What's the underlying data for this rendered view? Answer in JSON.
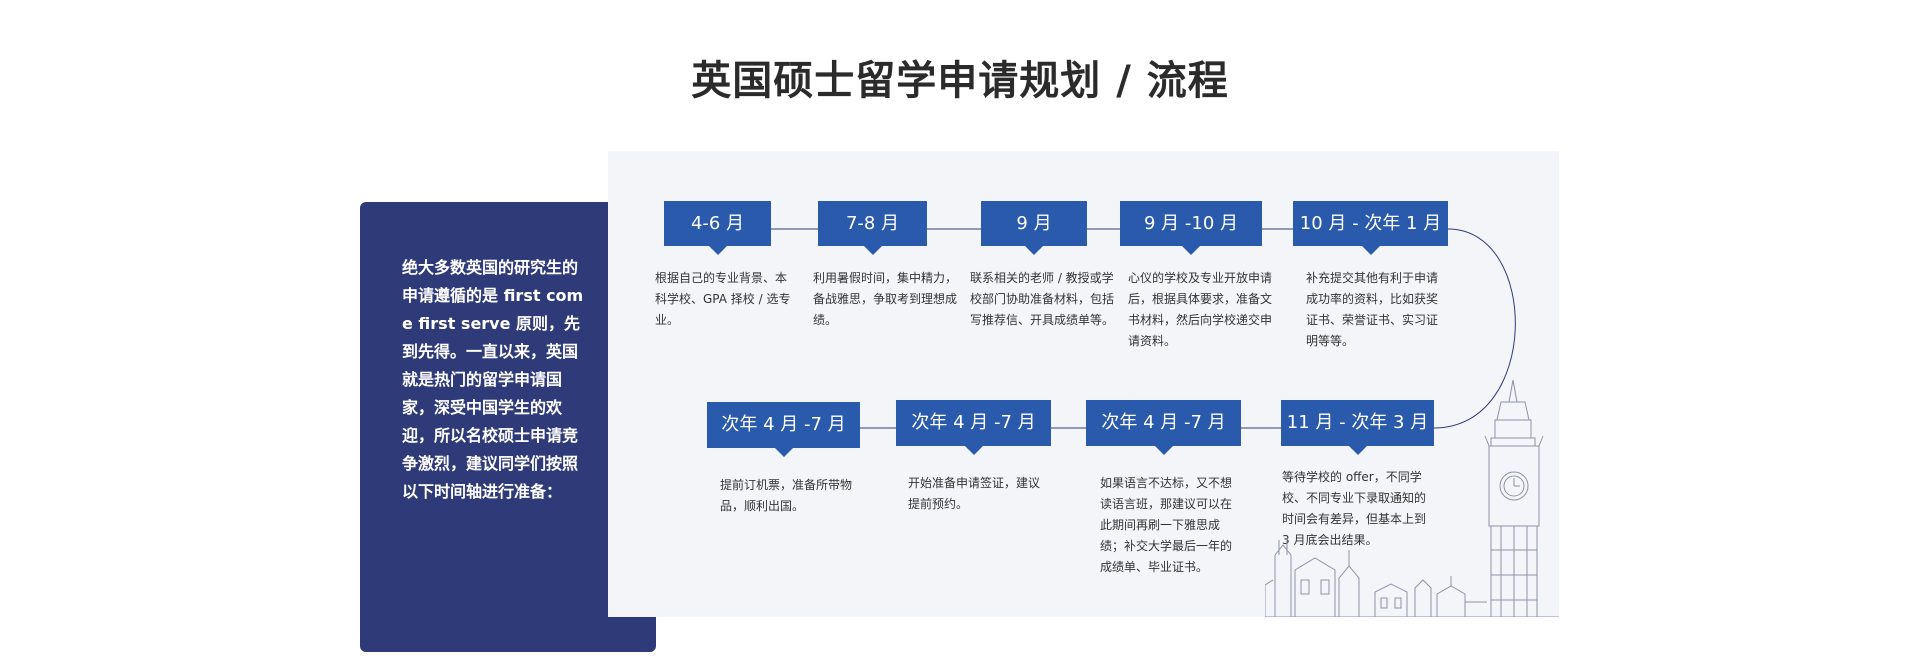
{
  "page": {
    "title": "英国硕士留学申请规划 / 流程"
  },
  "intro": {
    "text": "绝大多数英国的研究生的申请遵循的是 first come first serve 原则，先到先得。一直以来，英国就是热门的留学申请国家，深受中国学生的欢迎，所以名校硕士申请竞争激烈，建议同学们按照以下时间轴进行准备："
  },
  "colors": {
    "accent": "#2a5aab",
    "side_card": "#2f3a78",
    "panel": "#f4f5f9",
    "title": "#2b2b2b",
    "connector": "#2f3a78"
  },
  "timeline": {
    "row1": [
      {
        "period": "4-6 月",
        "text": "根据自己的专业背景、本科学校、GPA 择校 / 选专业。"
      },
      {
        "period": "7-8 月",
        "text": "利用暑假时间，集中精力，备战雅思，争取考到理想成绩。"
      },
      {
        "period": "9 月",
        "text": "联系相关的老师 / 教授或学校部门协助准备材料，包括写推荐信、开具成绩单等。"
      },
      {
        "period": "9 月 -10 月",
        "text": "心仪的学校及专业开放申请后，根据具体要求，准备文书材料，然后向学校递交申请资料。"
      },
      {
        "period": "10 月 - 次年 1 月",
        "text": "补充提交其他有利于申请成功率的资料，比如获奖证书、荣誉证书、实习证明等等。"
      }
    ],
    "row2": [
      {
        "period": "次年 4 月 -7 月",
        "text": "提前订机票，准备所带物品，顺利出国。"
      },
      {
        "period": "次年 4 月 -7 月",
        "text": "开始准备申请签证，建议提前预约。"
      },
      {
        "period": "次年 4 月 -7 月",
        "text": "如果语言不达标，又不想读语言班，那建议可以在此期间再刷一下雅思成绩；补交大学最后一年的成绩单、毕业证书。"
      },
      {
        "period": "11 月 - 次年 3 月",
        "text": "等待学校的 offer，不同学校、不同专业下录取通知的时间会有差异，但基本上到 3 月底会出结果。"
      }
    ]
  }
}
